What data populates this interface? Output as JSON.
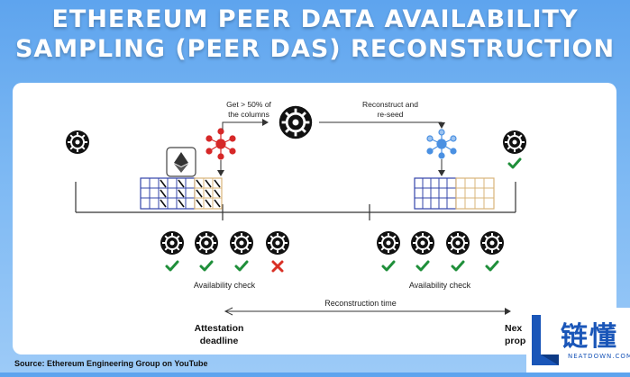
{
  "header": {
    "title_line1": "ETHEREUM PEER DATA AVAILABILITY",
    "title_line2": "SAMPLING (PEER DAS) RECONSTRUCTION"
  },
  "diagram": {
    "get_columns_line1": "Get > 50% of",
    "get_columns_line2": "the columns",
    "reconstruct_line1": "Reconstruct and",
    "reconstruct_line2": "re-seed",
    "availability_check_left": "Availability check",
    "availability_check_right": "Availability check",
    "reconstruction_time": "Reconstruction time",
    "attestation_line1": "Attestation",
    "attestation_line2": "deadline",
    "next_line1": "Nex",
    "next_line2": "propo",
    "left_checks": [
      "pass",
      "pass",
      "pass",
      "fail"
    ],
    "right_checks": [
      "pass",
      "pass",
      "pass",
      "pass"
    ],
    "colors": {
      "pass": "#1f8f3a",
      "fail": "#d93025",
      "node": "#111111",
      "red_cluster": "#d62828",
      "blue_cluster": "#4a90e2",
      "grid_blue": "#3344aa",
      "grid_tan": "#d8b47a"
    }
  },
  "footer": {
    "source": "Source: Ethereum Engineering Group on YouTube"
  },
  "logo": {
    "chinese": "链懂",
    "english": "NEATDOWN.COM"
  }
}
